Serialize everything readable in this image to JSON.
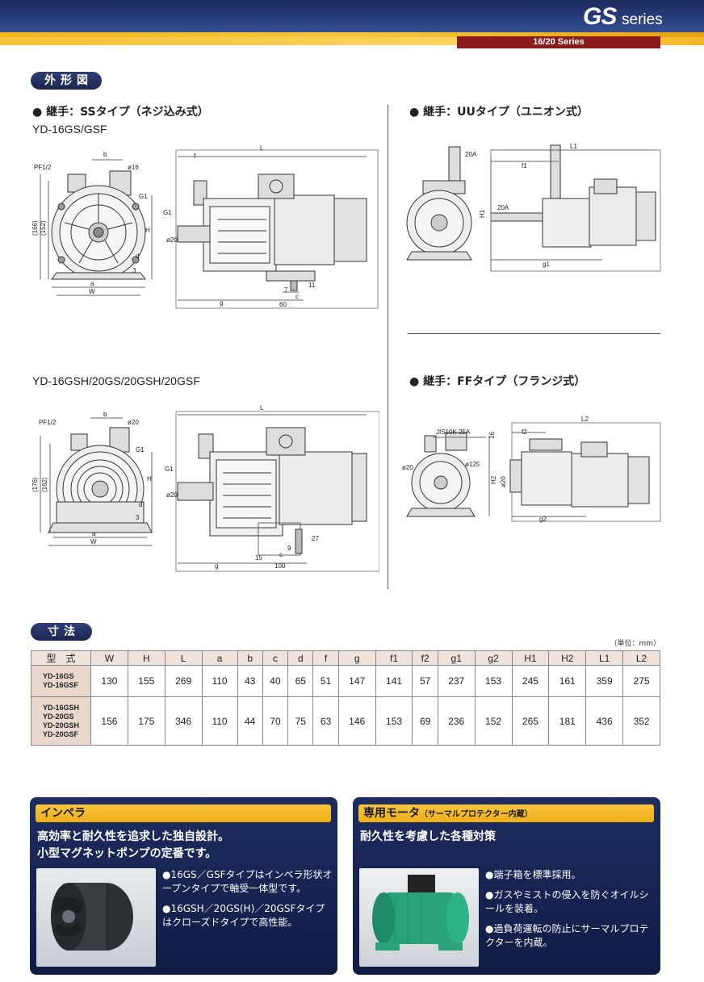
{
  "header": {
    "logo_main": "GS",
    "logo_sub": "series",
    "series_tag": "16/20 Series",
    "colors": {
      "navy": "#1c2a5c",
      "gold": "#f2b51a",
      "maroon": "#8c1c1c"
    }
  },
  "outline": {
    "section_title": "外形図",
    "ss_heading": "● 継手：SSタイプ（ネジ込み式）",
    "ss_model_a": "YD-16GS/GSF",
    "ss_model_b": "YD-16GSH/20GS/20GSH/20GSF",
    "uu_heading": "● 継手：UUタイプ（ユニオン式）",
    "ff_heading": "● 継手：FFタイプ（フランジ式）",
    "drawing_a": {
      "pf": "PF1/2",
      "b": "b",
      "phi": "ø16",
      "g1": "G1",
      "h166": "(166)",
      "h152": "(152)",
      "H": "H",
      "d": "d",
      "three": "3",
      "a": "a",
      "W": "W",
      "L": "L",
      "f": "f",
      "G1": "G1",
      "phi20": "ø20",
      "g": "g",
      "c": "c",
      "sixty": "60",
      "seven": "7",
      "eleven": "11"
    },
    "drawing_b": {
      "pf": "PF1/2",
      "b": "b",
      "phi": "ø20",
      "g1": "G1",
      "h176": "(176)",
      "h162": "(162)",
      "H": "H",
      "d": "d",
      "three": "3",
      "a": "a",
      "W": "W",
      "L": "L",
      "G1": "G1",
      "phi20": "ø20",
      "g": "g",
      "c": "c",
      "hundred": "100",
      "nine": "9",
      "fifteen": "15",
      "twentyseven": "27"
    },
    "drawing_uu": {
      "a20": "20A",
      "b20": "20A",
      "H1": "H1",
      "L1": "L1",
      "f1": "f1",
      "g1": "g1"
    },
    "drawing_ff": {
      "jis": "JIS10K 25A",
      "sixteen": "16",
      "phi20a": "ø20",
      "phi125": "ø125",
      "H2": "H2",
      "L2": "L2",
      "f2": "f2",
      "phi20b": "ø20",
      "g2": "g2"
    }
  },
  "dimensions": {
    "section_title": "寸法",
    "unit": "（単位：mm）",
    "columns": [
      "型　式",
      "W",
      "H",
      "L",
      "a",
      "b",
      "c",
      "d",
      "f",
      "g",
      "f1",
      "f2",
      "g1",
      "g2",
      "H1",
      "H2",
      "L1",
      "L2"
    ],
    "rows": [
      {
        "models": [
          "YD-16GS",
          "YD-16GSF"
        ],
        "values": [
          "130",
          "155",
          "269",
          "110",
          "43",
          "40",
          "65",
          "51",
          "147",
          "141",
          "57",
          "237",
          "153",
          "245",
          "161",
          "359",
          "275"
        ]
      },
      {
        "models": [
          "YD-16GSH",
          "YD-20GS",
          "YD-20GSH",
          "YD-20GSF"
        ],
        "values": [
          "156",
          "175",
          "346",
          "110",
          "44",
          "70",
          "75",
          "63",
          "146",
          "153",
          "69",
          "236",
          "152",
          "265",
          "181",
          "436",
          "352"
        ]
      }
    ]
  },
  "features": {
    "impeller": {
      "title": "インペラ",
      "lead1": "高効率と耐久性を追求した独自設計。",
      "lead2": "小型マグネットポンプの定番です。",
      "b1": "●16GS／GSFタイプはインペラ形状オープンタイプで軸受一体型です。",
      "b2": "●16GSH／20GS(H)／20GSFタイプはクローズドタイプで高性能。"
    },
    "motor": {
      "title": "専用モータ",
      "title_small": "（サーマルプロテクター内蔵）",
      "lead": "耐久性を考慮した各種対策",
      "b1": "●端子箱を標準採用。",
      "b2": "●ガスやミストの侵入を防ぐオイルシールを装着。",
      "b3": "●過負荷運転の防止にサーマルプロテクターを内蔵。"
    }
  }
}
